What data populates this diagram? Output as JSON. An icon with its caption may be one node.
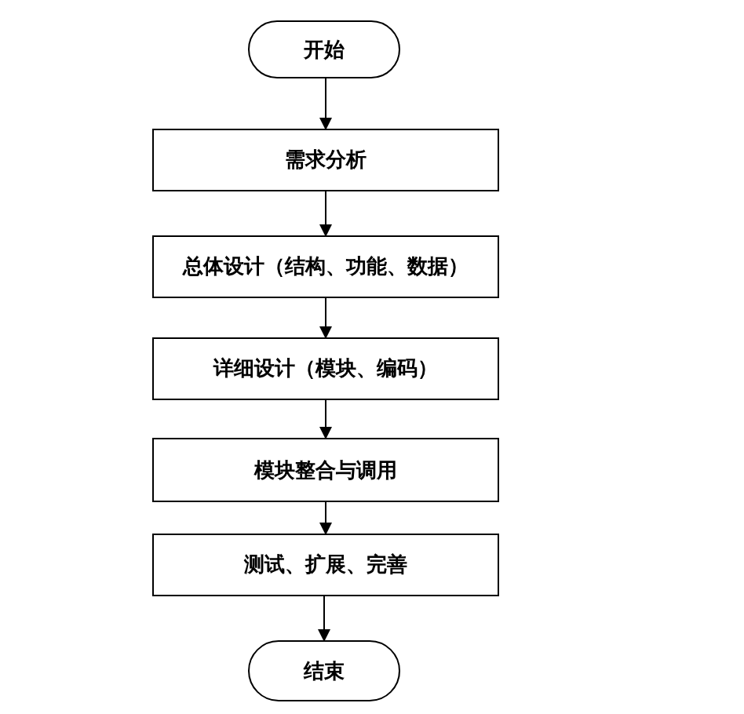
{
  "diagram": {
    "nodes": [
      {
        "text": [
          "开始"
        ]
      },
      {
        "text": [
          "需求分析"
        ]
      },
      {
        "text": [
          "总体设计（结构、功能、数据）"
        ]
      },
      {
        "text": [
          "详细设计（模块、编码）"
        ]
      },
      {
        "text": [
          "模块整合与调用"
        ]
      },
      {
        "text": [
          "测试、扩展、完善"
        ]
      },
      {
        "text": [
          "结束"
        ]
      }
    ],
    "edges": [
      {
        "from": 0,
        "to": 1,
        "arrow": "to"
      },
      {
        "from": 1,
        "to": 2,
        "arrow": "to"
      },
      {
        "from": 2,
        "to": 3,
        "arrow": "to"
      },
      {
        "from": 3,
        "to": 4,
        "arrow": "to"
      },
      {
        "from": 4,
        "to": 5,
        "arrow": "to"
      },
      {
        "from": 5,
        "to": 6,
        "arrow": "to"
      }
    ]
  }
}
